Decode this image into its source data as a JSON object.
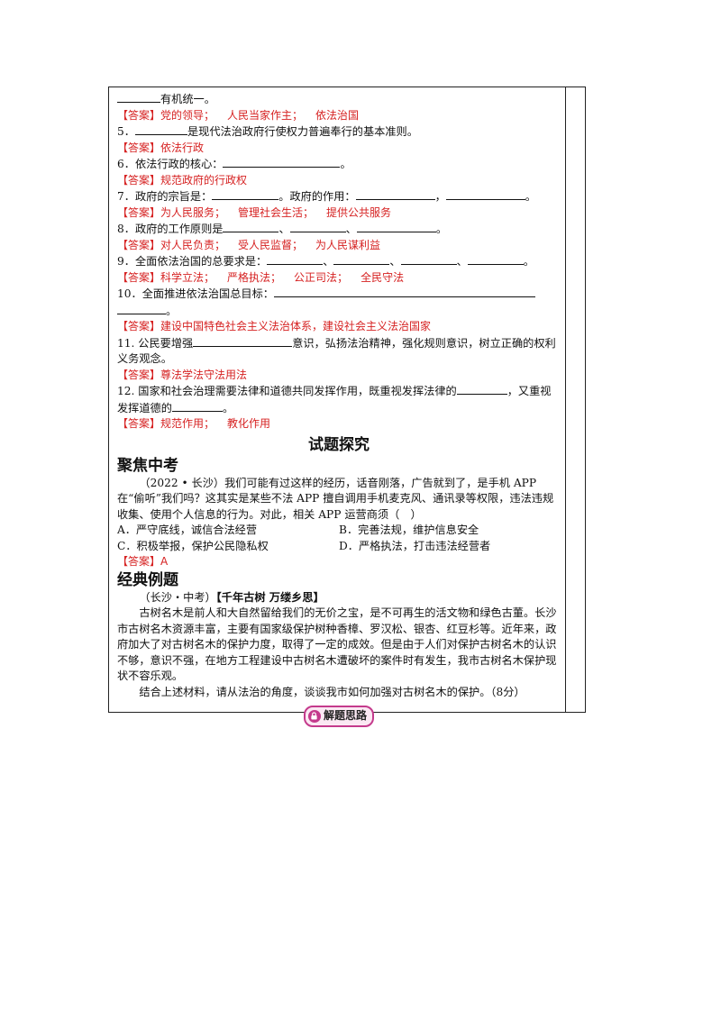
{
  "colors": {
    "answer": "#d62222",
    "hint_border": "#c43a8c"
  },
  "q4_tail": "有机统一。",
  "a4": {
    "tag": "【答案】",
    "parts": [
      "党的领导；",
      "人民当家作主；",
      "依法治国"
    ]
  },
  "q5": {
    "num": "5．",
    "text": "是现代法治政府行使权力普遍奉行的基本准则。"
  },
  "a5": {
    "tag": "【答案】",
    "parts": [
      "依法行政"
    ]
  },
  "q6": {
    "text": "6．依法行政的核心：",
    "end": "。"
  },
  "a6": {
    "tag": "【答案】",
    "parts": [
      "规范政府的行政权"
    ]
  },
  "q7": {
    "a": "7．政府的宗旨是：",
    "b": "。政府的作用：",
    "c": "，",
    "end": "。"
  },
  "a7": {
    "tag": "【答案】",
    "parts": [
      "为人民服务；",
      "管理社会生活；",
      "提供公共服务"
    ]
  },
  "q8": {
    "a": "8．政府的工作原则是",
    "sep": "、",
    "end": "。"
  },
  "a8": {
    "tag": "【答案】",
    "parts": [
      "对人民负责；",
      "受人民监督；",
      "为人民谋利益"
    ]
  },
  "q9": {
    "a": "9．全面依法治国的总要求是：",
    "sep": "、",
    "end": "。"
  },
  "a9": {
    "tag": "【答案】",
    "parts": [
      "科学立法；",
      "严格执法；",
      "公正司法；",
      "全民守法"
    ]
  },
  "q10": {
    "a": "10．全面推进依法治国总目标：",
    "end": "。"
  },
  "a10": {
    "tag": "【答案】",
    "parts": [
      "建设中国特色社会主义法治体系，建设社会主义法治国家"
    ]
  },
  "q11": {
    "a": "11. 公民要增强",
    "b": "意识，弘扬法治精神，强化规则意识，树立正确的权利义务观念。"
  },
  "a11": {
    "tag": "【答案】",
    "parts": [
      "尊法学法守法用法"
    ]
  },
  "q12": {
    "a": "12. 国家和社会治理需要法律和道德共同发挥作用，既重视发挥法律的",
    "b": "，又重视发挥道德的",
    "end": "。"
  },
  "a12": {
    "tag": "【答案】",
    "parts": [
      "规范作用；",
      "教化作用"
    ]
  },
  "section_title": "试题探究",
  "focus_title": "聚焦中考",
  "focus_q": "（2022 • 长沙）我们可能有过这样的经历，话音刚落，广告就到了，是手机 APP 在“偷听”我们吗？这其实是某些不法 APP 擅自调用手机麦克风、通讯录等权限，违法违规收集、使用个人信息的行为。对此，相关 APP 运营商须（　）",
  "options": [
    "A．严守底线，诚信合法经营",
    "B．完善法规，维护信息安全",
    "C．积极举报，保护公民隐私权",
    "D．严格执法，打击违法经营者"
  ],
  "focus_ans": {
    "tag": "【答案】",
    "parts": [
      "A"
    ]
  },
  "classic_title": "经典例题",
  "classic_src": "（长沙・中考）",
  "classic_theme": "【千年古树  万缕乡思】",
  "classic_p1": "古树名木是前人和大自然留给我们的无价之宝，是不可再生的活文物和绿色古董。长沙市古树名木资源丰富，主要有国家级保护树种香樟、罗汉松、银杏、红豆杉等。近年来，政府加大了对古树名木的保护力度，取得了一定的成效。但是由于人们对保护古树名木的认识不够，意识不强，在地方工程建设中古树名木遭破坏的案件时有发生，我市古树名木保护现状不容乐观。",
  "classic_p2": "结合上述材料，请从法治的角度，谈谈我市如何加强对古树名木的保护。（8分）",
  "hint_label": "解题思路"
}
